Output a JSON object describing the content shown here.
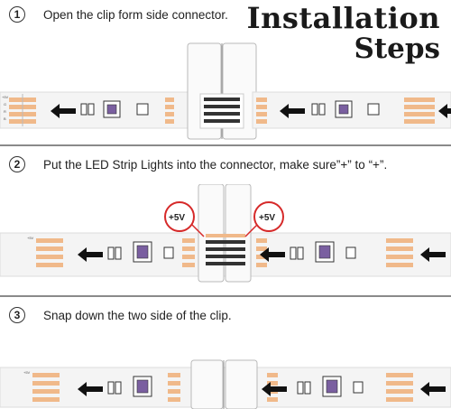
{
  "title": {
    "line1": "Installation",
    "line2": "Steps"
  },
  "steps": [
    {
      "number": "1",
      "text": "Open the clip form side connector."
    },
    {
      "number": "2",
      "text": "Put the LED Strip Lights into the connector, make sure”+” to “+”."
    },
    {
      "number": "3",
      "text": "Snap down the two side of the clip."
    }
  ],
  "callouts": {
    "left": "+5V",
    "right": "+5V"
  },
  "strip_labels": {
    "power": "+5V",
    "g": "G",
    "r": "R",
    "b": "B"
  },
  "colors": {
    "pad": "#f0b98a",
    "strip": "#f4f4f4",
    "arrow": "#111111",
    "divider": "#8a8a8a",
    "callout_ring": "#d62a2a"
  }
}
